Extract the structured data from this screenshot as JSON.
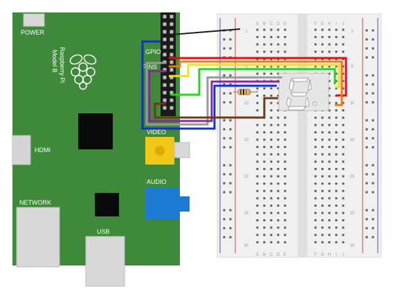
{
  "board": {
    "name": "Raspberry Pi",
    "model": "Model B",
    "labels": {
      "power": "POWER",
      "gpio": "GPIO",
      "pins": "PINS",
      "hdmi": "HDMI",
      "video": "VIDEO",
      "audio": "AUDIO",
      "network": "NETWORK",
      "usb": "USB"
    }
  },
  "breadboard": {
    "column_letters_left": [
      "A",
      "B",
      "C",
      "D",
      "E"
    ],
    "column_letters_right": [
      "F",
      "G",
      "H",
      "I",
      "J"
    ],
    "row_numbers": [
      "1",
      "5",
      "10",
      "15",
      "20",
      "25",
      "30"
    ]
  },
  "components": {
    "display": "seven-segment display",
    "resistor": "resistor"
  },
  "wires": [
    {
      "name": "black-wire",
      "color": "#1a1a1a"
    },
    {
      "name": "red-wire",
      "color": "#e01010"
    },
    {
      "name": "orange-wire",
      "color": "#f07a10"
    },
    {
      "name": "yellow-wire",
      "color": "#f0e020"
    },
    {
      "name": "green-wire",
      "color": "#28d020"
    },
    {
      "name": "blue-wire",
      "color": "#1030d0"
    },
    {
      "name": "grey-wire",
      "color": "#9a9a9a"
    },
    {
      "name": "purple-wire",
      "color": "#8a2a9a"
    },
    {
      "name": "brown-wire",
      "color": "#6a3a1a"
    }
  ],
  "colors": {
    "pcb": "#3f8a3a",
    "pcb_dark": "#2f6e2c",
    "video_connector": "#f0c818",
    "audio_connector": "#1c7ad0",
    "breadboard": "#f2f2f2",
    "rail_red": "#d84040",
    "rail_blue": "#4050d0"
  }
}
